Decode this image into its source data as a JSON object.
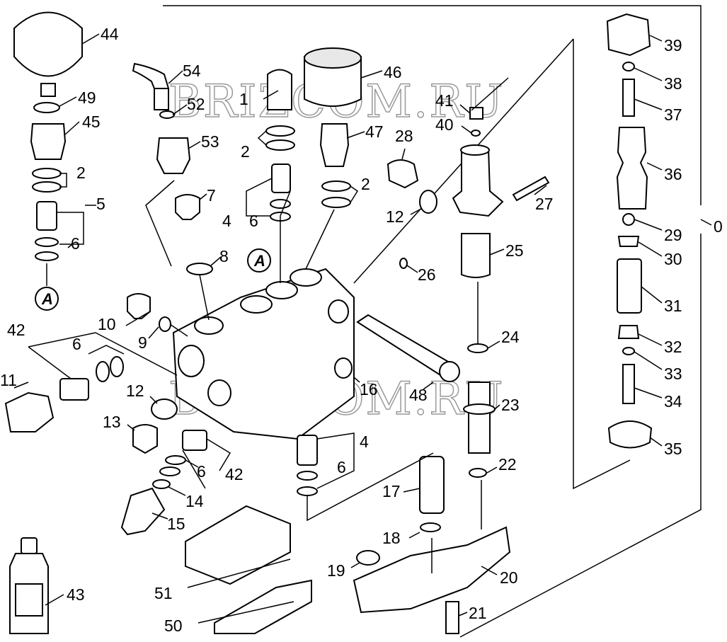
{
  "watermark": "BRIZCOM.RU",
  "reference_mark": "A",
  "callouts": {
    "c0": "0",
    "c1": "1",
    "c2a": "2",
    "c2b": "2",
    "c2c": "2",
    "c4a": "4",
    "c4b": "4",
    "c5": "5",
    "c6a": "6",
    "c6b": "6",
    "c6c": "6",
    "c6d": "6",
    "c6e": "6",
    "c7": "7",
    "c8": "8",
    "c9": "9",
    "c10": "10",
    "c11": "11",
    "c12a": "12",
    "c12b": "12",
    "c13": "13",
    "c14": "14",
    "c15": "15",
    "c16": "16",
    "c17": "17",
    "c18": "18",
    "c19": "19",
    "c20": "20",
    "c21": "21",
    "c22": "22",
    "c23": "23",
    "c24": "24",
    "c25": "25",
    "c26": "26",
    "c27": "27",
    "c28": "28",
    "c29": "29",
    "c30": "30",
    "c31": "31",
    "c32": "32",
    "c33": "33",
    "c34": "34",
    "c35": "35",
    "c36": "36",
    "c37": "37",
    "c38": "38",
    "c39": "39",
    "c40": "40",
    "c41": "41",
    "c42a": "42",
    "c42b": "42",
    "c43": "43",
    "c44": "44",
    "c45": "45",
    "c46": "46",
    "c47": "47",
    "c48": "48",
    "c49": "49",
    "c50": "50",
    "c51": "51",
    "c52": "52",
    "c53": "53",
    "c54": "54"
  }
}
